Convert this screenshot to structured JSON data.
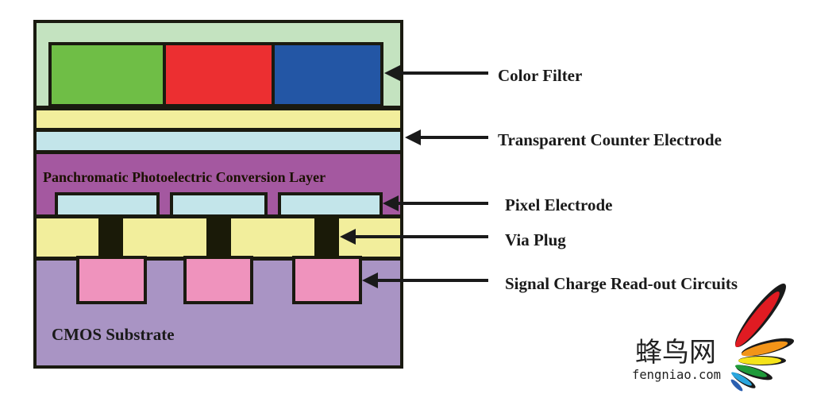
{
  "labels": {
    "color_filter": "Color Filter",
    "counter_electrode": "Transparent Counter Electrode",
    "pixel_electrode": "Pixel Electrode",
    "via_plug": "Via Plug",
    "readout": "Signal Charge Read-out Circuits"
  },
  "inner_labels": {
    "conversion_layer": "Panchromatic Photoelectric Conversion Layer",
    "substrate": "CMOS Substrate"
  },
  "logo": {
    "chinese": "蜂鸟网",
    "domain": "fengniao.com"
  },
  "colors": {
    "filter_bg": "#c4e3c0",
    "green": "#6fbe46",
    "red": "#ec2f31",
    "blue": "#2356a5",
    "yellow": "#f2ee9c",
    "light_blue": "#c3e5ea",
    "purple": "#a458a0",
    "substrate": "#a994c4",
    "pink": "#ef93bd",
    "outline": "#1a1a10"
  }
}
